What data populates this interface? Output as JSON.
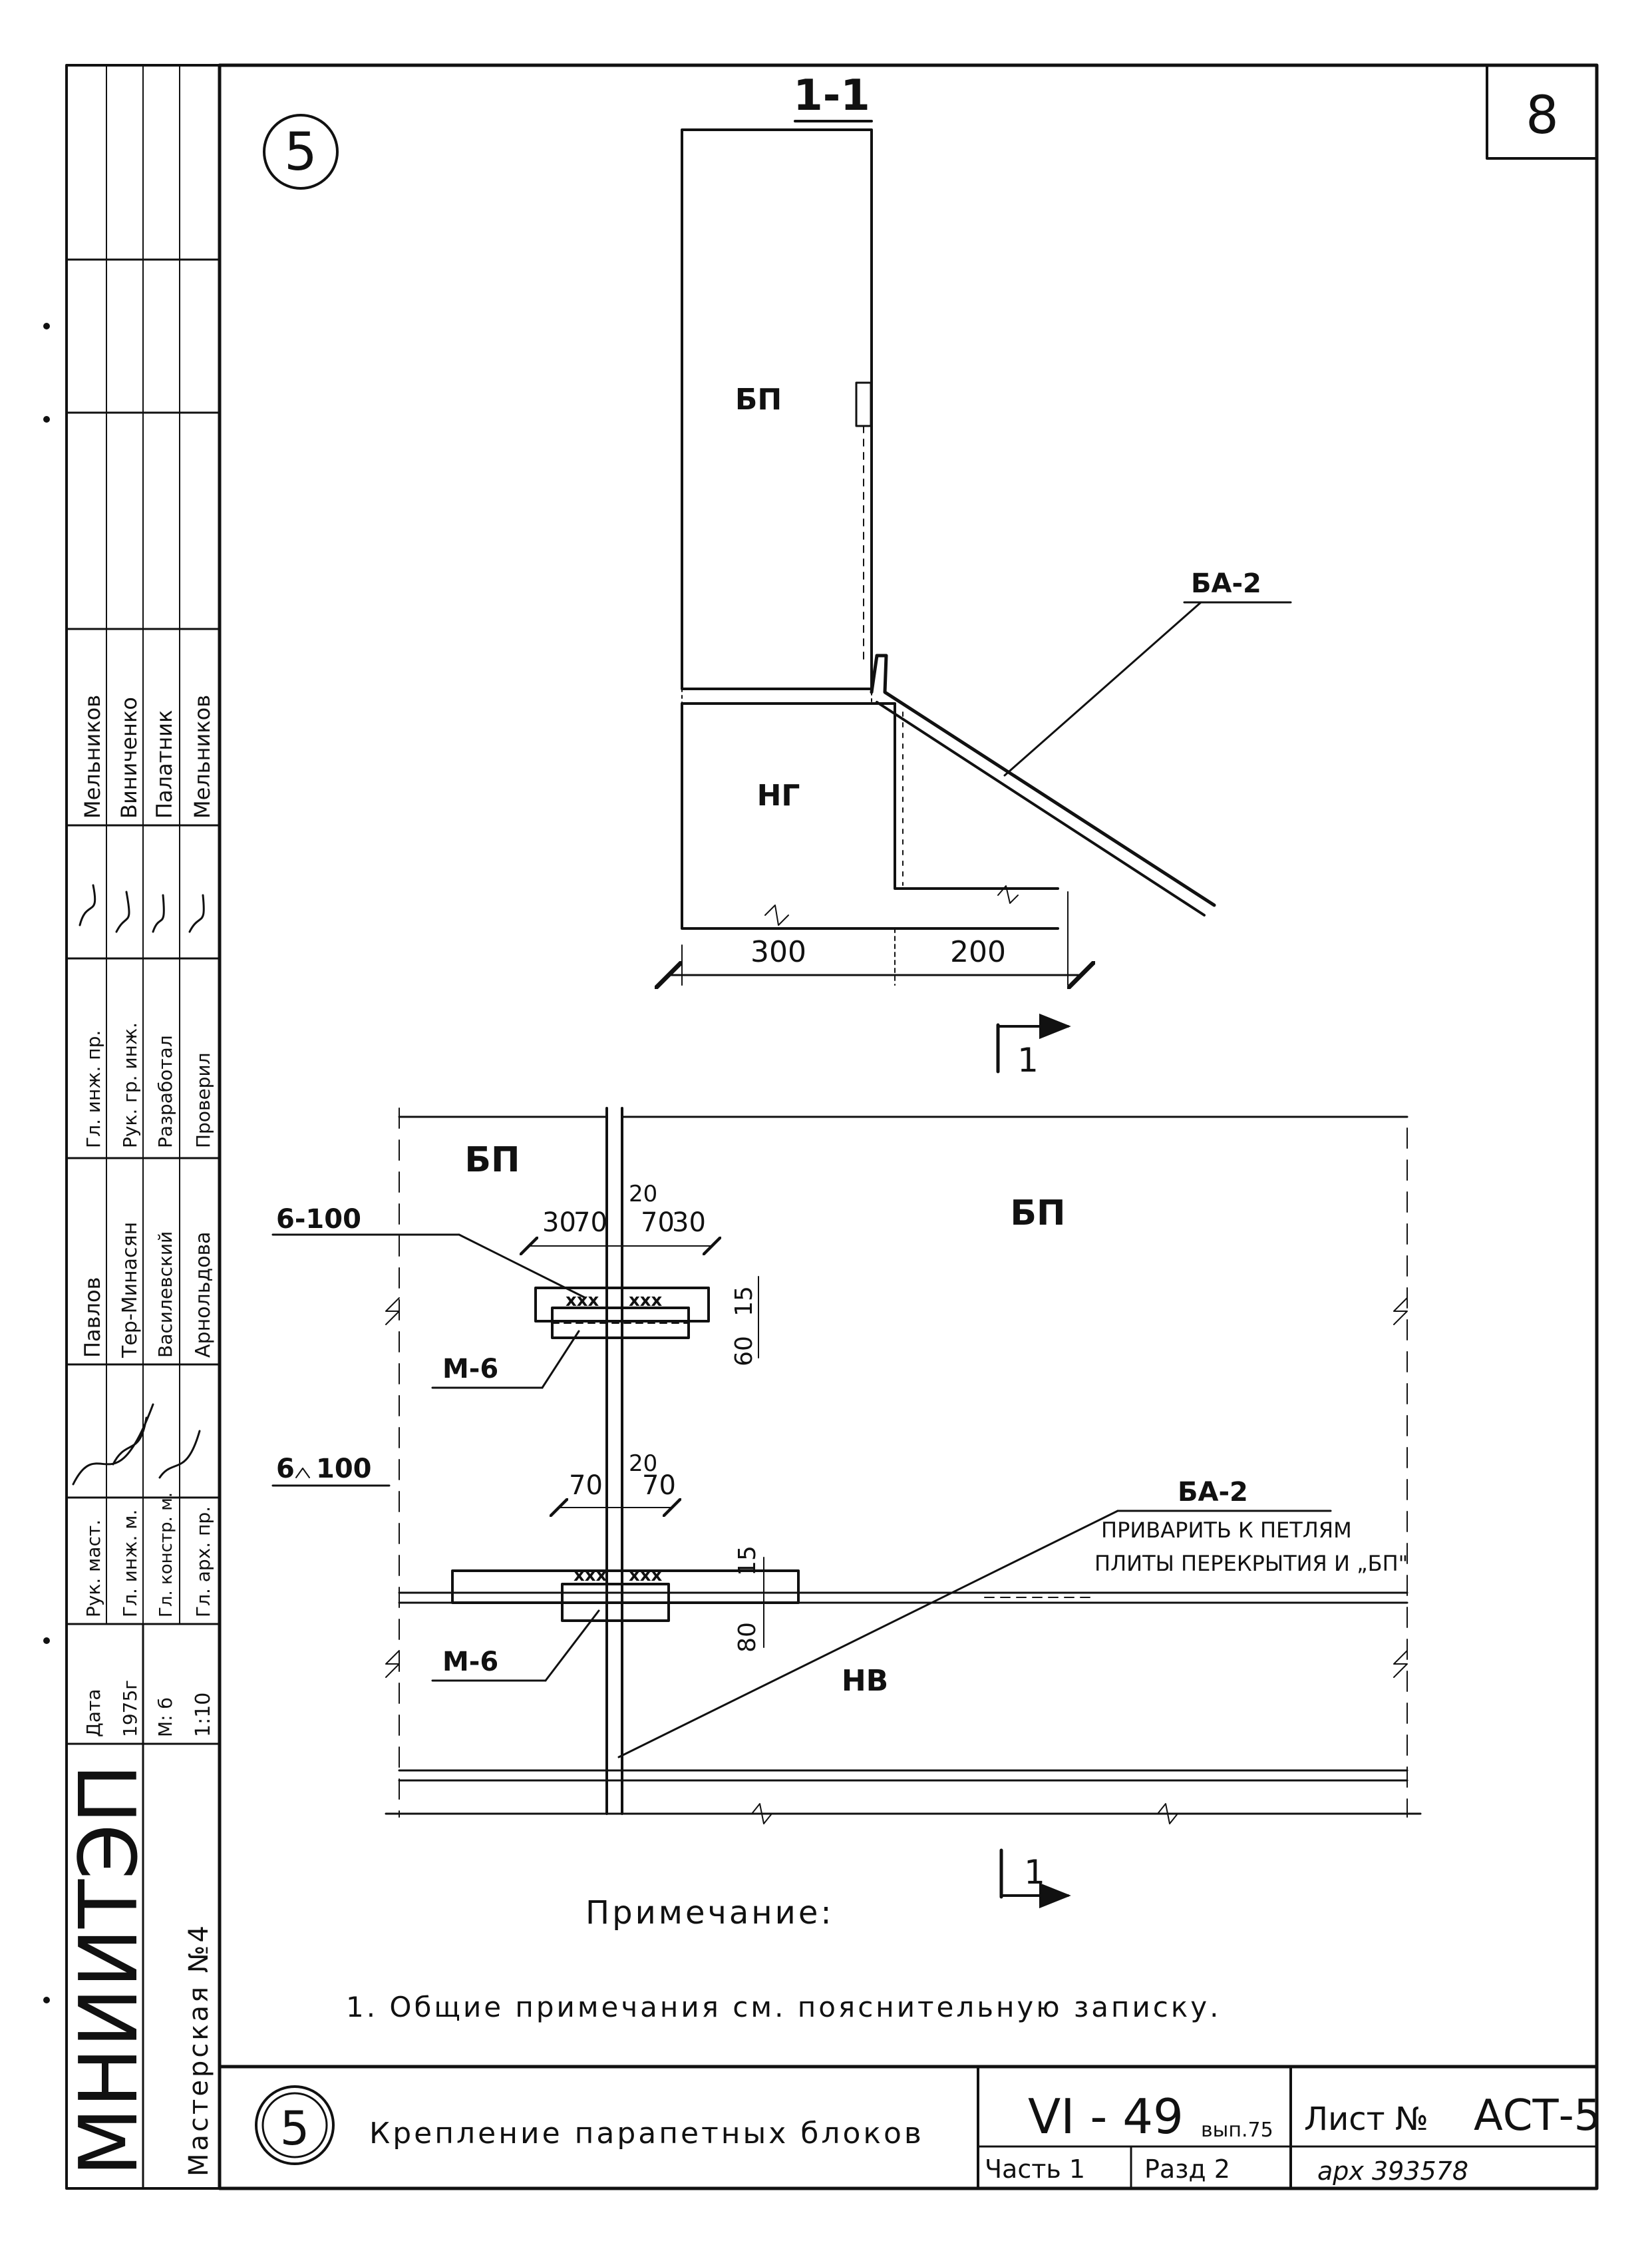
{
  "sheet_number": "8",
  "detail_number": "5",
  "section_label": "1-1",
  "section_marker": "1",
  "labels": {
    "bp": "БП",
    "ng": "НГ",
    "nv": "НВ",
    "ba2": "БА-2",
    "m6": "М-6",
    "weld_1": "6-100",
    "weld_2": "6",
    "weld_2_tail": "100",
    "weld_instruction_1": "ПРИВАРИТЬ К ПЕТЛЯМ",
    "weld_instruction_2": "ПЛИТЫ ПЕРЕКРЫТИЯ И „БП\""
  },
  "dimensions": {
    "section_300": "300",
    "section_200": "200",
    "plan_row1": [
      "30",
      "70",
      "20",
      "70",
      "30"
    ],
    "plan_row2": [
      "70",
      "20",
      "70"
    ],
    "v_15": "15",
    "v_60": "60",
    "v_80": "80"
  },
  "note_title": "Примечание:",
  "note_1": "1. Общие примечания см. пояснительную записку.",
  "title_block": {
    "circle_number": "5",
    "title": "Крепление парапетных блоков",
    "series": "VI - 49",
    "issue": "вып.75",
    "sheet_label": "Лист №",
    "sheet_code": "АСТ-5",
    "part": "Часть 1",
    "section": "Разд 2",
    "archive": "арх 393578"
  },
  "side_stamp": {
    "org": "МНИИТЭП",
    "workshop": "Мастерская №4",
    "date_label": "Дата",
    "date_value": "1975г",
    "scale_label": "М: б",
    "scale_value": "1:10",
    "roles": [
      {
        "role": "Рук. маст.",
        "name": "Павлов"
      },
      {
        "role": "Гл. инж. пр.",
        "name": "Мельников"
      },
      {
        "role": "Гл. инж. м.",
        "name": "Тер-Минасян"
      },
      {
        "role": "Рук. гр. инж.",
        "name": "Виниченко"
      },
      {
        "role": "Гл. констр. м.",
        "name": "Василевский"
      },
      {
        "role": "Разработал",
        "name": "Палатник"
      },
      {
        "role": "Гл. арх. пр.",
        "name": "Арнольдова"
      },
      {
        "role": "Проверил",
        "name": "Мельников"
      }
    ]
  }
}
